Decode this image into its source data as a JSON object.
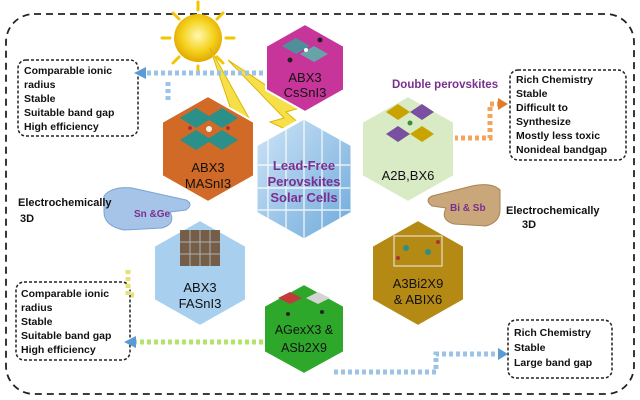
{
  "center": {
    "line1": "Lead-Free",
    "line2": "Perovskites",
    "line3": "Solar Cells"
  },
  "hexes": {
    "top": {
      "line1": "ABX3",
      "line2": "CsSnI3"
    },
    "upper_left": {
      "line1": "ABX3",
      "line2": "MASnI3"
    },
    "lower_left": {
      "line1": "ABX3",
      "line2": "FASnI3"
    },
    "bottom": {
      "line1": "AGexX3 &",
      "line2": "ASb2X9"
    },
    "upper_right": {
      "line1": "A2B,BX6"
    },
    "lower_right": {
      "line1": "A3Bi2X9",
      "line2": "& ABIX6"
    }
  },
  "boxes": {
    "top_left": [
      "Comparable ionic",
      "radius",
      "Stable",
      "Suitable band gap",
      "High efficiency"
    ],
    "bottom_left": [
      "Comparable ionic",
      "radius",
      "Stable",
      "Suitable band gap",
      "High efficiency"
    ],
    "top_right": [
      "Rich Chemistry",
      "Stable",
      "Difficult to",
      "Synthesize",
      "Mostly less toxic",
      "Nonideal bandgap"
    ],
    "bottom_right": [
      "Rich Chemistry",
      "Stable",
      "Large band gap"
    ]
  },
  "labels": {
    "double_perovskites": "Double perovskites",
    "left_electro": "Electrochemically",
    "left_3d": "3D",
    "right_electro": "Electrochemically",
    "right_3d": "3D",
    "left_hand": "Sn &Ge",
    "right_hand": "Bi & Sb"
  },
  "colors": {
    "top_hex": "#c8359a",
    "upper_left_hex": "#d06a26",
    "lower_left_hex": "#a9cfee",
    "bottom_hex": "#2ea82a",
    "upper_right_hex": "#d9ebc4",
    "lower_right_hex": "#b58a14",
    "center_hex": "#7fb6e2",
    "accent_text": "#7a2f8f",
    "arrow_blue": "#9bc3e6",
    "arrow_green": "#b3e36a"
  }
}
